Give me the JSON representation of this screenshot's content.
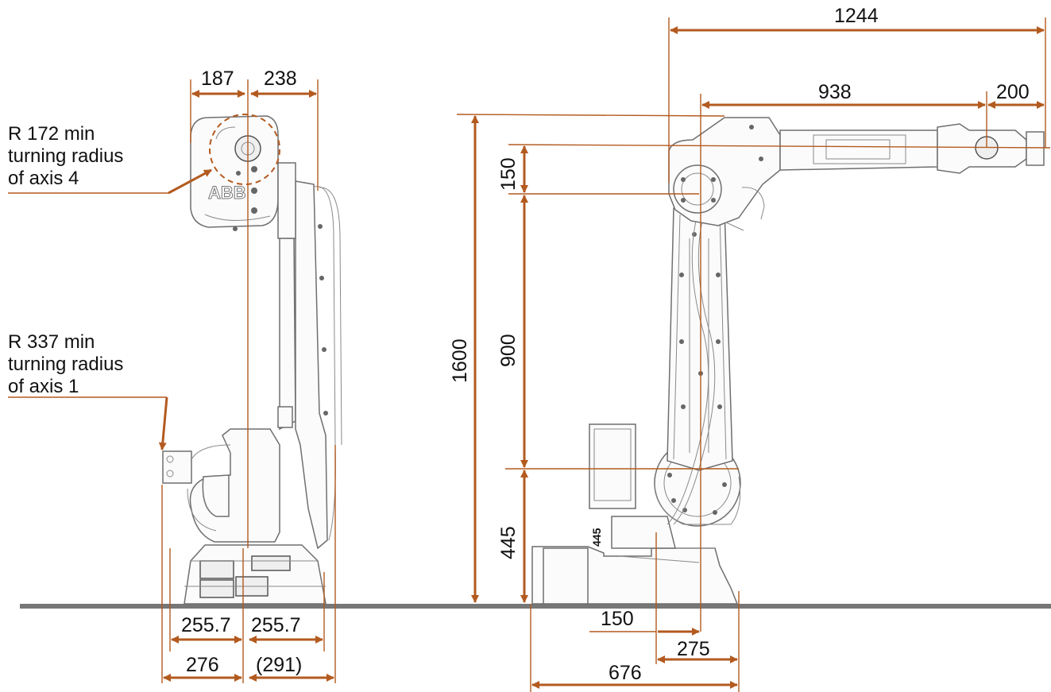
{
  "annotations": {
    "axis4_radius": {
      "line1": "R 172 min",
      "line2": "turning radius",
      "line3": "of axis 4"
    },
    "axis1_radius": {
      "line1": "R 337 min",
      "line2": "turning radius",
      "line3": "of axis 1"
    }
  },
  "logo": "ABB",
  "dimensions": {
    "side_view": {
      "top_left": "187",
      "top_right": "238",
      "base_left_inner": "255.7",
      "base_right_inner": "255.7",
      "base_left_outer": "276",
      "base_right_outer": "(291)"
    },
    "front_view": {
      "total_reach": "1244",
      "arm_length": "938",
      "wrist_length": "200",
      "total_height": "1600",
      "offset_vertical": "150",
      "upper_arm": "900",
      "base_height": "445",
      "base_height_small": "445",
      "offset_horizontal": "150",
      "base_half": "275",
      "base_width": "676"
    }
  },
  "colors": {
    "dimension": "#b35a1f",
    "robot_outline": "#6f6f6f",
    "floor": "#777777"
  }
}
